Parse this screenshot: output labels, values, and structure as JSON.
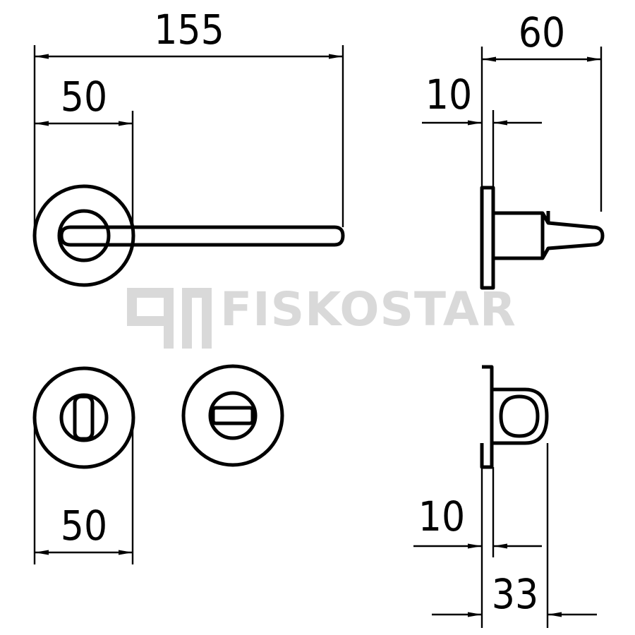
{
  "dimensions": {
    "handle_length": "155",
    "rose_to_lever": "50",
    "side_projection": "60",
    "side_plate": "10",
    "turn_rose_diameter": "50",
    "turn_plate": "10",
    "turn_projection": "33"
  },
  "watermark": {
    "brand": "FISKOSTAR",
    "color": "#d9d9d9"
  }
}
